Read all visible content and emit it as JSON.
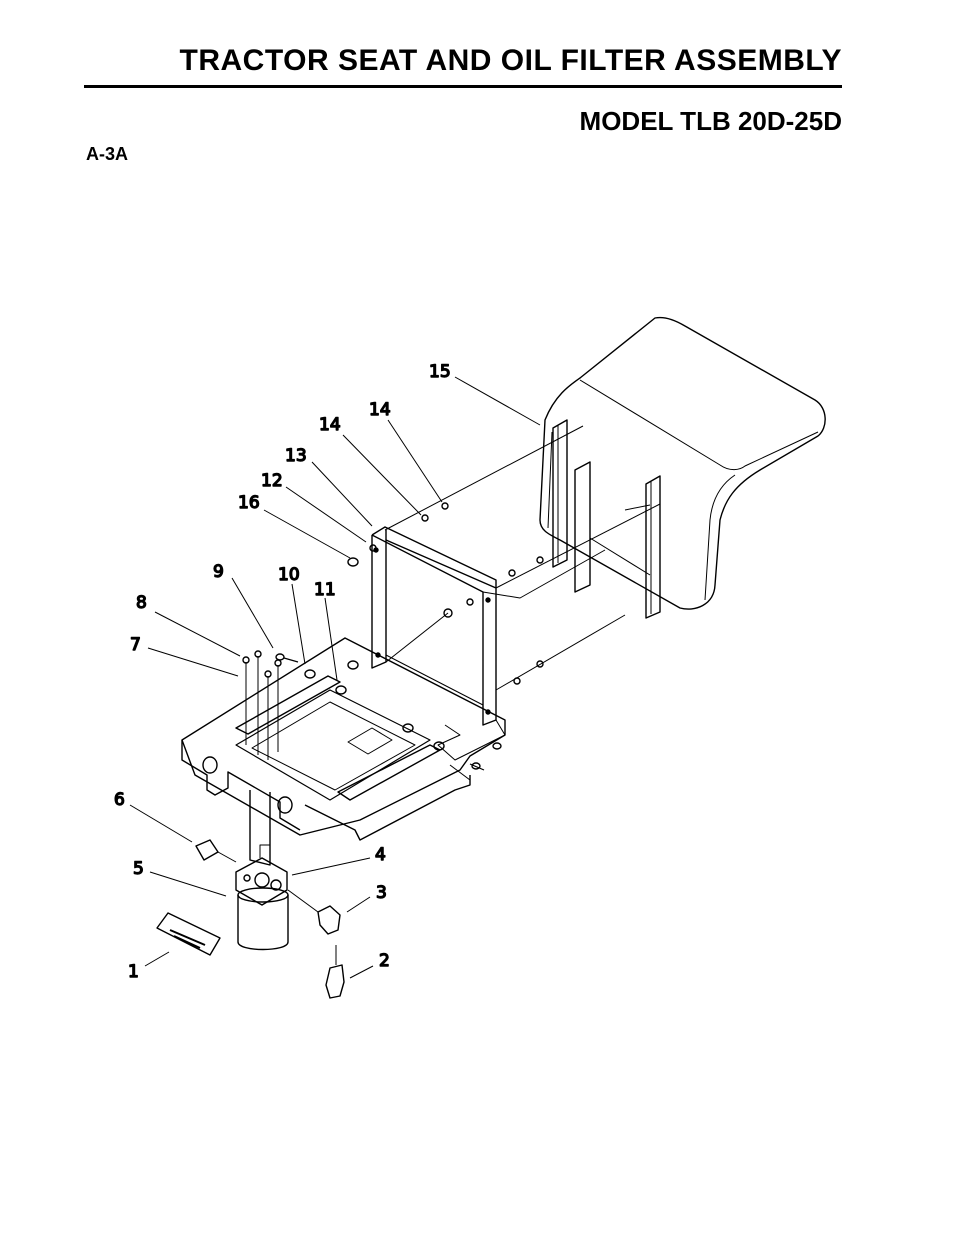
{
  "header": {
    "title": "TRACTOR SEAT AND OIL FILTER ASSEMBLY",
    "model": "MODEL TLB 20D-25D",
    "page_code": "A-3A"
  },
  "callouts": {
    "c1": "1",
    "c2": "2",
    "c3": "3",
    "c4": "4",
    "c5": "5",
    "c6": "6",
    "c7": "7",
    "c8": "8",
    "c9": "9",
    "c10": "10",
    "c11": "11",
    "c12": "12",
    "c13": "13",
    "c14a": "14",
    "c14b": "14",
    "c15": "15",
    "c16": "16"
  },
  "colors": {
    "ink": "#000000",
    "paper": "#ffffff"
  }
}
